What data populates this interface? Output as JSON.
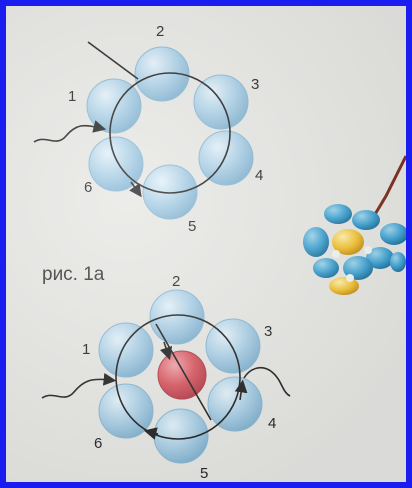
{
  "figure_top": {
    "bead_labels": [
      "1",
      "2",
      "3",
      "4",
      "5",
      "6"
    ]
  },
  "caption": "рис. 1а",
  "figure_bottom": {
    "bead_labels": [
      "1",
      "2",
      "3",
      "4",
      "5",
      "6"
    ]
  },
  "colors": {
    "border": "#1a1cf0",
    "paper": "#e6e6e3",
    "bead_blue": "#a9cfe6",
    "bead_red": "#d9555f",
    "thread": "#1f1f1f",
    "photo_blue": "#3aa0d0",
    "photo_yellow": "#f2c12e"
  }
}
